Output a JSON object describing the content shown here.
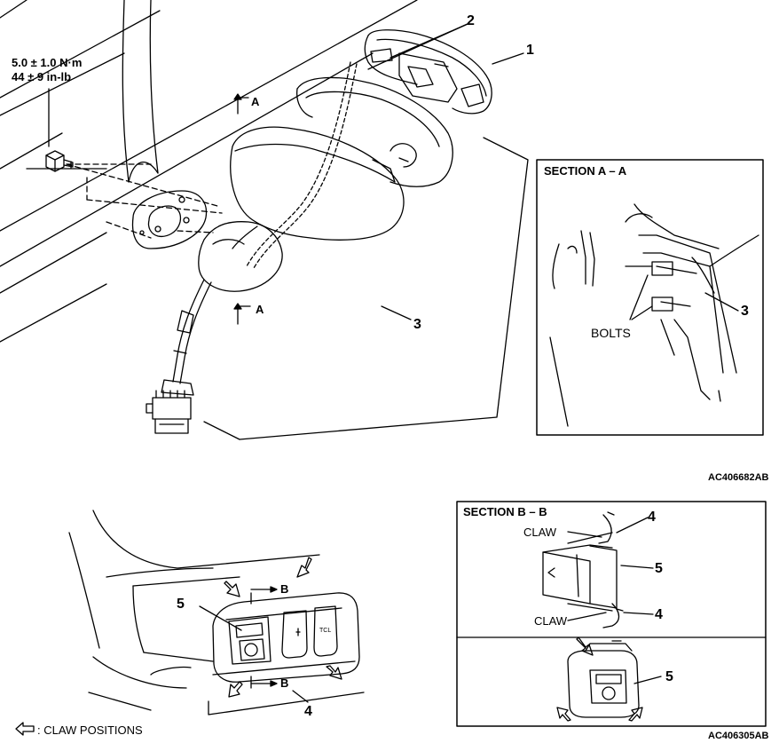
{
  "torque": {
    "metric": "5.0 ± 1.0 N·m",
    "imperial": "44 ± 9 in-lb"
  },
  "callouts": {
    "one": "1",
    "two": "2",
    "three": "3",
    "four": "4",
    "five": "5",
    "section_a_marker": "A",
    "section_b_marker": "B"
  },
  "section_a": {
    "title": "SECTION A – A",
    "bolts_label": "BOLTS",
    "part_number": "3"
  },
  "section_b": {
    "title": "SECTION B – B",
    "claw_top": "CLAW",
    "claw_bottom": "CLAW",
    "part_four_top": "4",
    "part_five_top": "5",
    "part_four_bottom": "4",
    "part_five_bottom": "5"
  },
  "switch_panel": {
    "button_tcl": "TCL"
  },
  "legend": {
    "claw_positions": ": CLAW POSITIONS"
  },
  "figure_codes": {
    "top": "AC406682AB",
    "bottom": "AC406305AB"
  }
}
